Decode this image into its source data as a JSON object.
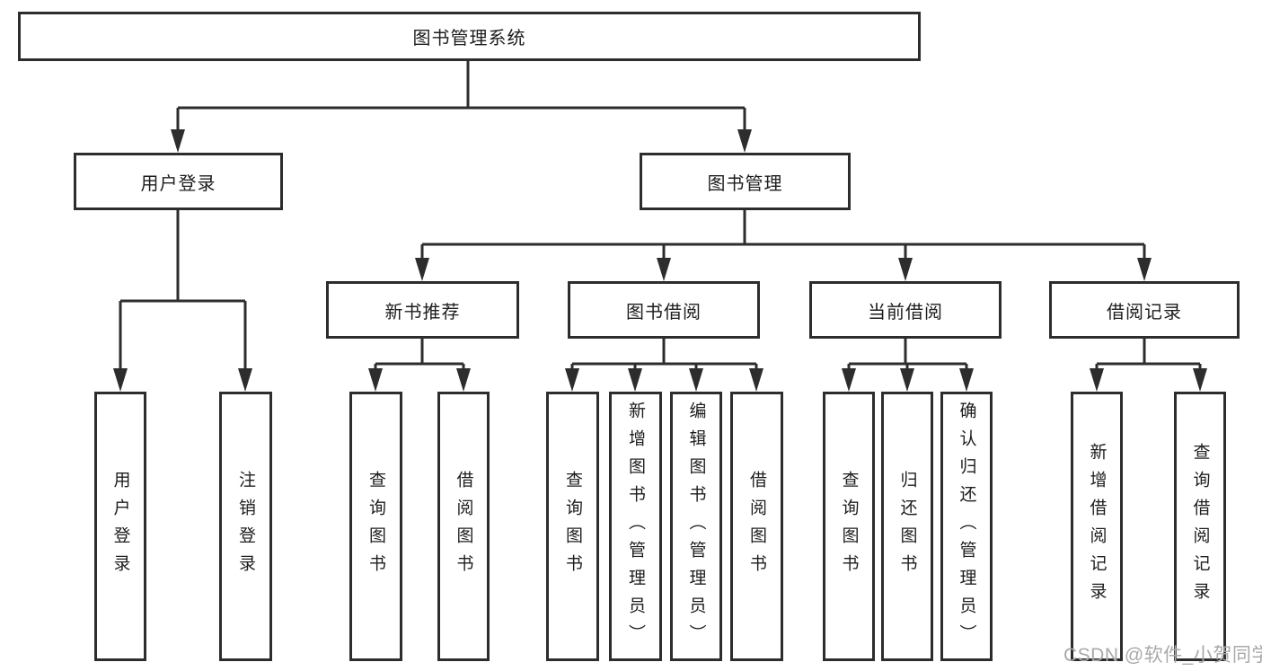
{
  "colors": {
    "line": "#2d2d2d",
    "text": "#1d1d1d",
    "watermark": "#a9a9a9",
    "background": "#ffffff"
  },
  "tree": {
    "root": "图书管理系统",
    "user_login": {
      "label": "用户登录",
      "children": [
        "用户登录",
        "注销登录"
      ]
    },
    "book_mgmt": {
      "label": "图书管理",
      "sections": [
        {
          "label": "新书推荐",
          "children": [
            "查询图书",
            "借阅图书"
          ]
        },
        {
          "label": "图书借阅",
          "children": [
            "查询图书",
            "新增图书（管理员）",
            "编辑图书（管理员）",
            "借阅图书"
          ]
        },
        {
          "label": "当前借阅",
          "children": [
            "查询图书",
            "归还图书",
            "确认归还（管理员）"
          ]
        },
        {
          "label": "借阅记录",
          "children": [
            "新增借阅记录",
            "查询借阅记录"
          ]
        }
      ]
    }
  },
  "watermark": "CSDN @软件_小贺同学"
}
